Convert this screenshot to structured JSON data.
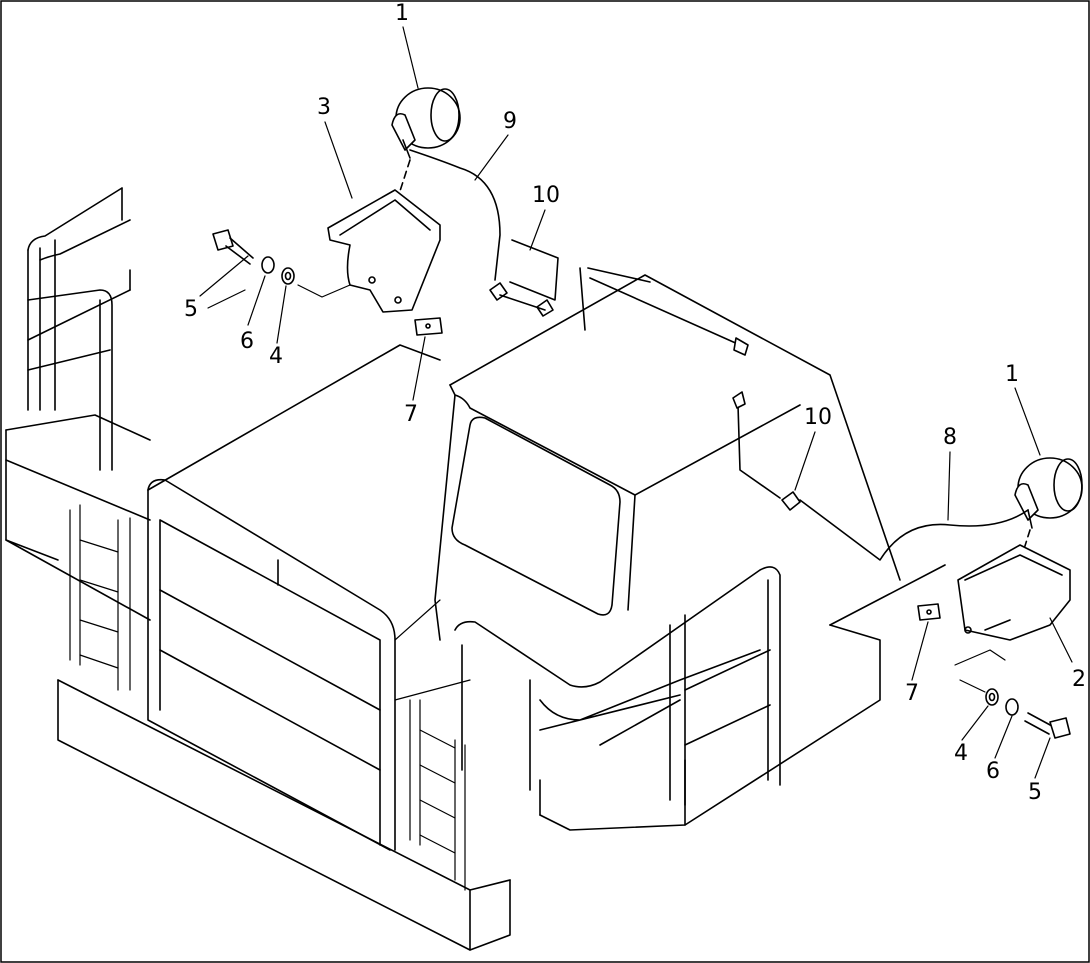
{
  "callouts": {
    "c1a": "1",
    "c3": "3",
    "c9": "9",
    "c10a": "10",
    "c5a": "5",
    "c6a": "6",
    "c4a": "4",
    "c7a": "7",
    "c1b": "1",
    "c10b": "10",
    "c8": "8",
    "c2": "2",
    "c7b": "7",
    "c4b": "4",
    "c6b": "6",
    "c5b": "5"
  },
  "colors": {
    "line": "#000000",
    "background": "#ffffff"
  }
}
